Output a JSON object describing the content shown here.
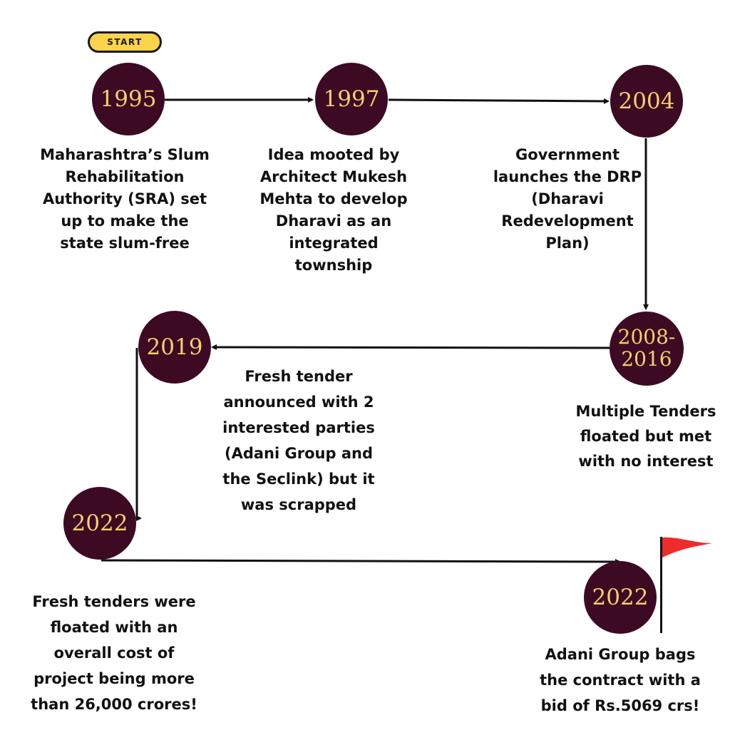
{
  "start_label": "START",
  "milestones": [
    {
      "year": "1995",
      "text": "Maharashtra’s Slum\nRehabilitation\nAuthority (SRA) set\nup to make the\nstate slum-free"
    },
    {
      "year": "1997",
      "text": "Idea mooted by\nArchitect Mukesh\nMehta to develop\nDharavi as an\nintegrated\ntownship"
    },
    {
      "year": "2004",
      "text": "Government\nlaunches the DRP\n(Dharavi\nRedevelopment\nPlan)"
    },
    {
      "year": "2008-\n2016",
      "text": "Multiple Tenders\nfloated but met\nwith no interest"
    },
    {
      "year": "2019",
      "text": "Fresh tender\nannounced with 2\ninterested parties\n(Adani Group and\nthe Seclink) but it\nwas scrapped"
    },
    {
      "year": "2022",
      "text": "Fresh tenders were\nfloated with an\noverall cost of\nproject being more\nthan 26,000 crores!"
    },
    {
      "year": "2022",
      "text": "Adani Group bags\nthe contract with a\nbid of Rs.5069 crs!"
    }
  ],
  "colors": {
    "node_fill": "#3d0a24",
    "node_text": "#f5d06e",
    "arrow": "#111111",
    "start_badge": "#fcd34d",
    "flag": "#ef2b2b"
  }
}
